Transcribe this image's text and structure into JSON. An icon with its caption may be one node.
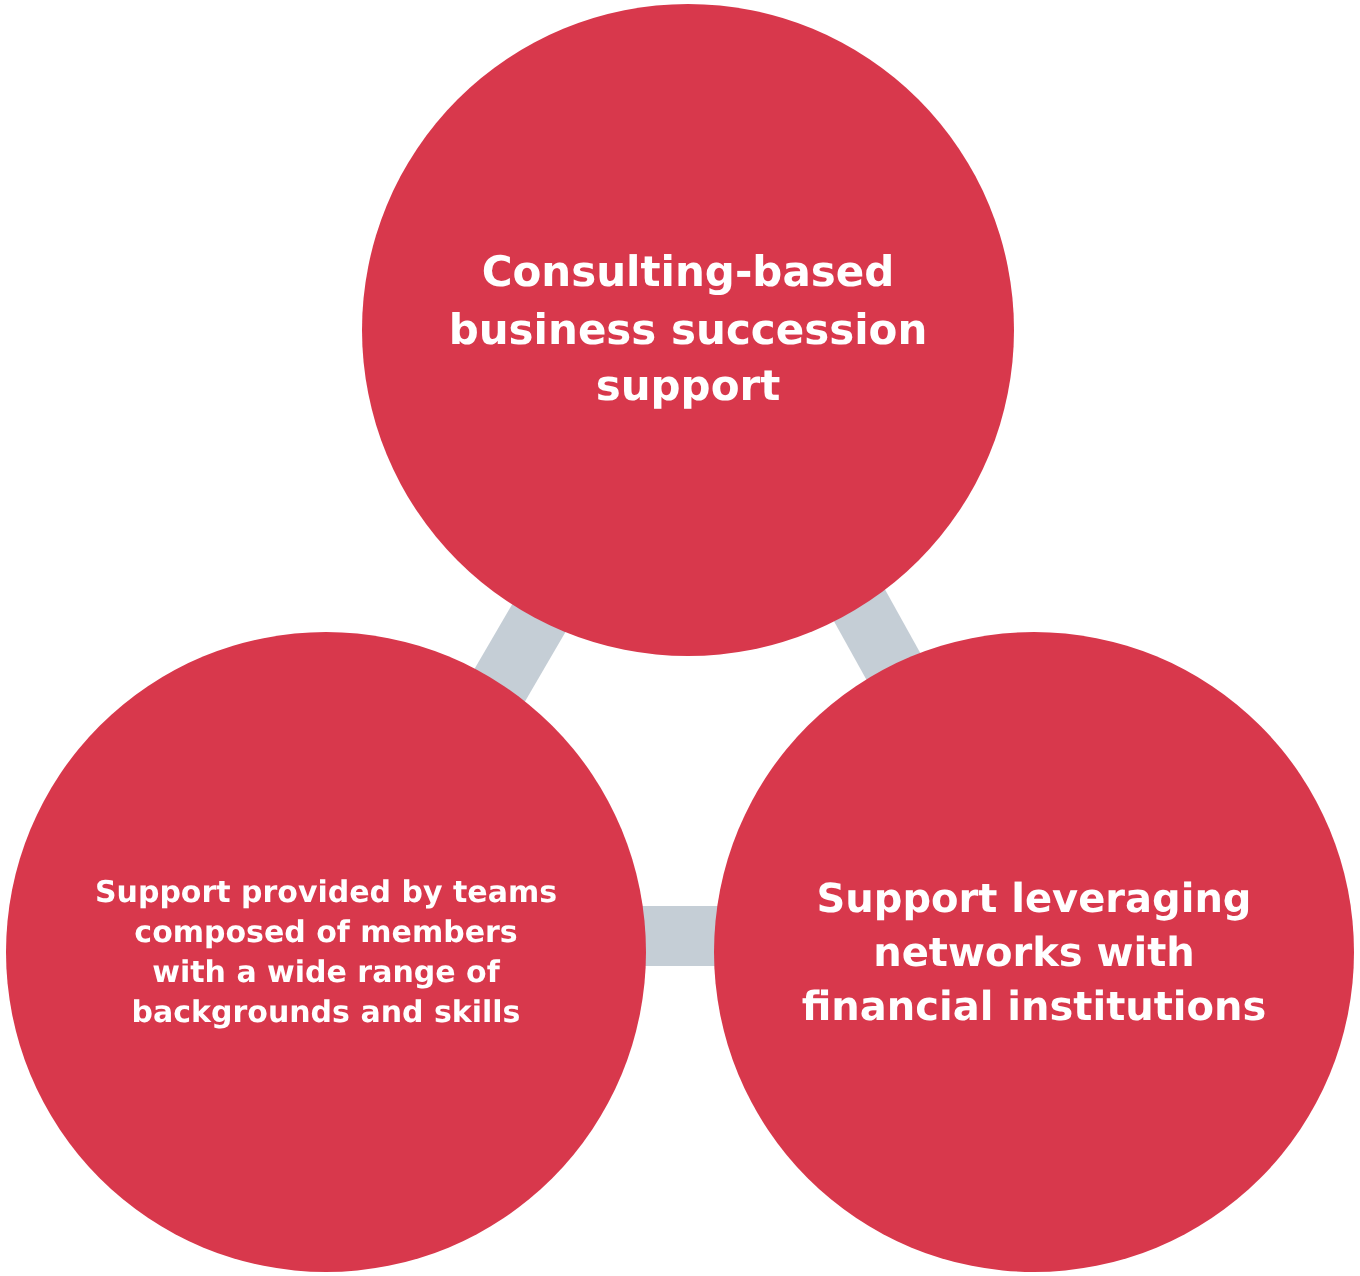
{
  "diagram": {
    "nodes": [
      {
        "text": [
          "Consulting-based business succession support"
        ]
      },
      {
        "text": [
          "Support provided by teams composed of members with a wide range of backgrounds and skills"
        ]
      },
      {
        "text": [
          "Support leveraging networks with financial institutions"
        ]
      }
    ],
    "edges": [
      {
        "from": 0,
        "to": 1,
        "arrow": "none"
      },
      {
        "from": 0,
        "to": 2,
        "arrow": "none"
      },
      {
        "from": 1,
        "to": 2,
        "arrow": "none"
      }
    ]
  }
}
